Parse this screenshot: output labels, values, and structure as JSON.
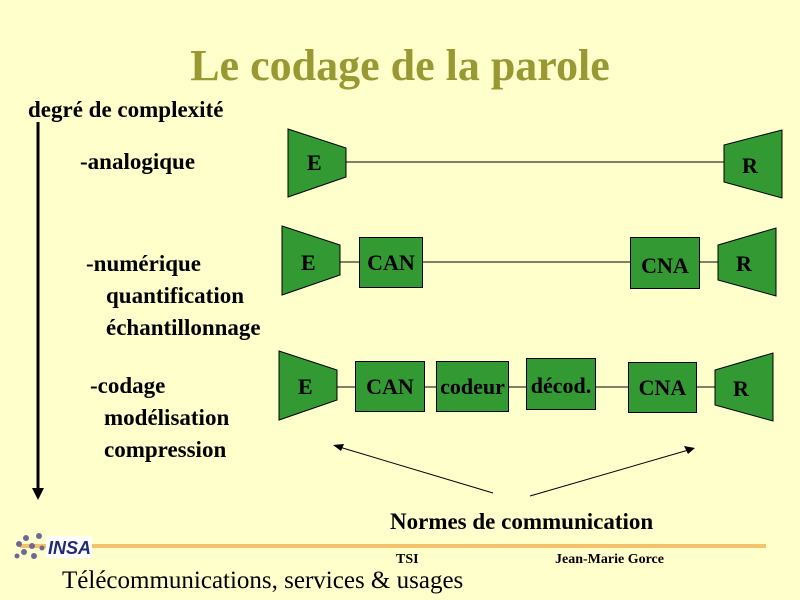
{
  "title": "Le codage de la parole",
  "axis_label": "degré de complexité",
  "levels": [
    {
      "lines": [
        "-analogique"
      ]
    },
    {
      "lines": [
        "-numérique",
        "quantification",
        "échantillonnage"
      ]
    },
    {
      "lines": [
        "-codage",
        "modélisation",
        "compression"
      ]
    }
  ],
  "emitter_label": "E",
  "receiver_label": "R",
  "blocks": {
    "can": "CAN",
    "cna": "CNA",
    "codeur": "codeur",
    "decodeur": "décod."
  },
  "standards_label": "Normes de communication",
  "footer": {
    "course": "TSI",
    "author": "Jean-Marie Gorce",
    "subtitle": "Télécommunications, services & usages",
    "logo_text": "INSA"
  },
  "colors": {
    "title": "#999933",
    "block_fill": "#339933",
    "background": "#FFFFCC",
    "rule": "#F5C26B"
  }
}
